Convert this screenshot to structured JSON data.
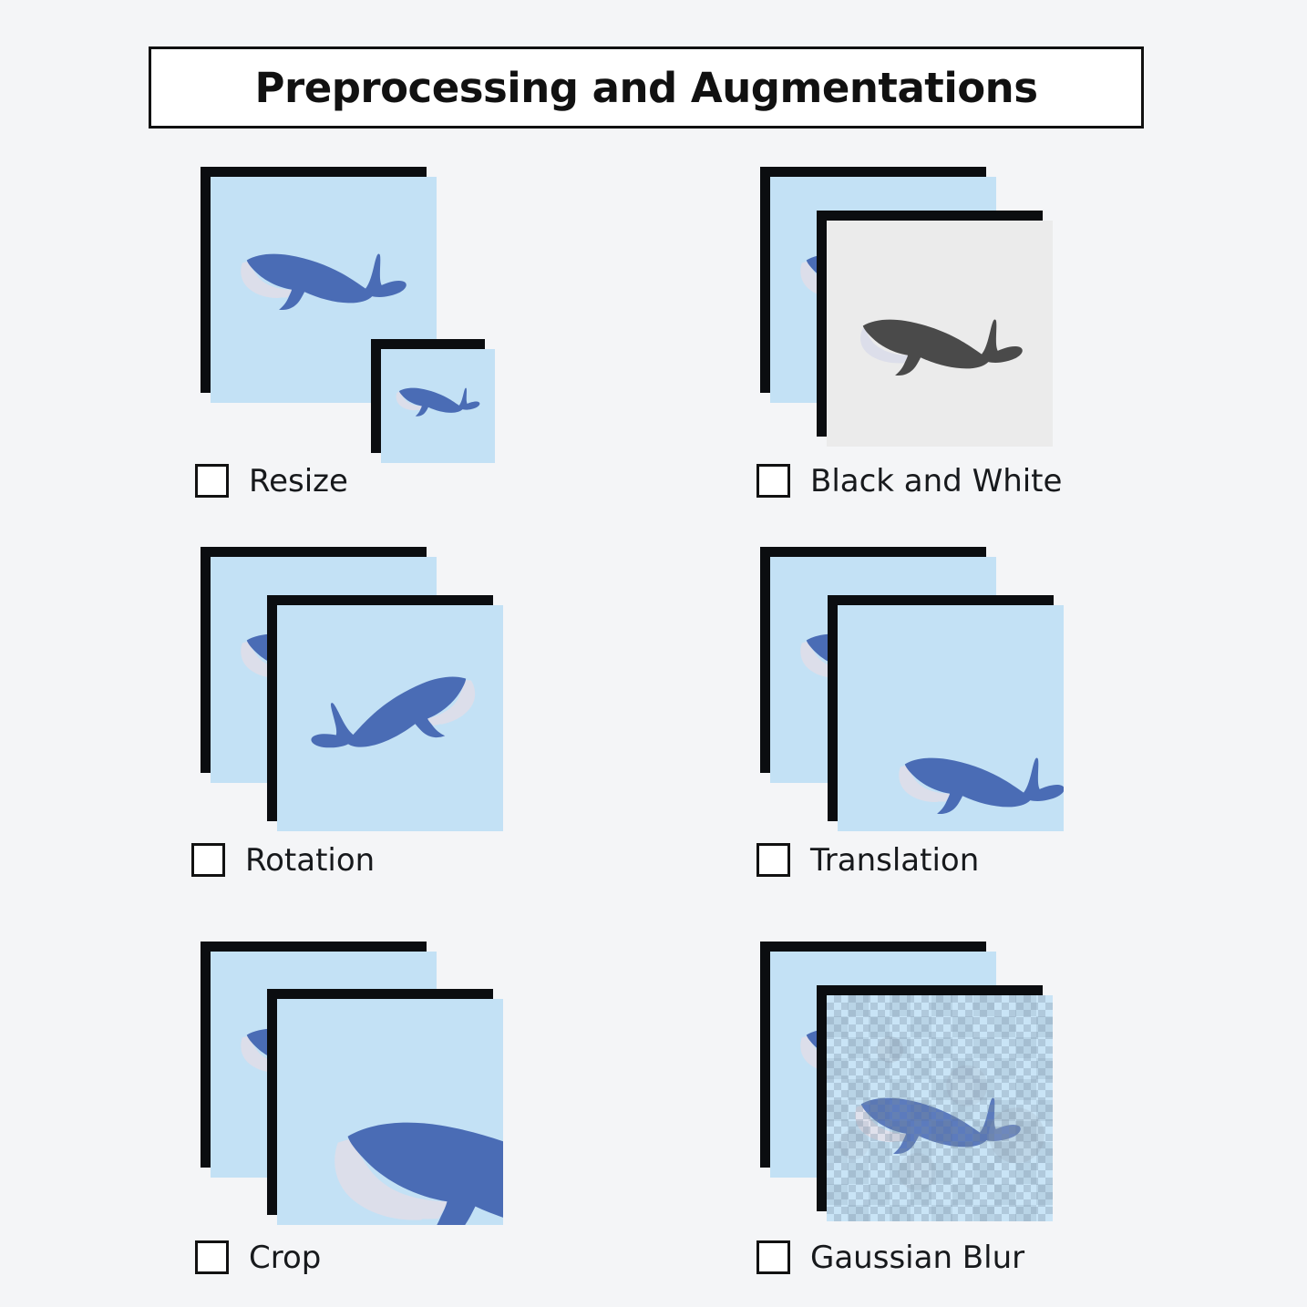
{
  "header": {
    "title": "Preprocessing and Augmentations"
  },
  "theme": {
    "page_background": "#f4f5f7",
    "title_box_background": "#ffffff",
    "frame_black": "#0b0d10",
    "image_light_blue": "#c3e1f5",
    "image_gray": "#ebebeb",
    "whale_blue": "#4a6cb5",
    "whale_belly": "#dcdeea",
    "whale_gray": "#4a4a4a",
    "text_color": "#17191c"
  },
  "panels": [
    {
      "id": "resize",
      "label": "Resize",
      "checkbox_checked": false,
      "icon": "checkbox-icon",
      "description": "Large source image with a small resized copy overlapping at the lower right"
    },
    {
      "id": "black-and-white",
      "label": "Black and White",
      "checkbox_checked": false,
      "icon": "checkbox-icon",
      "description": "Blue source image behind a grayscale result image"
    },
    {
      "id": "rotation",
      "label": "Rotation",
      "checkbox_checked": false,
      "icon": "checkbox-icon",
      "description": "Source image behind a result image with the whale mirrored and rotated"
    },
    {
      "id": "translation",
      "label": "Translation",
      "checkbox_checked": false,
      "icon": "checkbox-icon",
      "description": "Source image behind a result image with the whale shifted down and right"
    },
    {
      "id": "crop",
      "label": "Crop",
      "checkbox_checked": false,
      "icon": "checkbox-icon",
      "description": "Source image behind a result image zoomed in so the whale extends past the edge"
    },
    {
      "id": "gaussian-blur",
      "label": "Gaussian Blur",
      "checkbox_checked": false,
      "icon": "checkbox-icon",
      "description": "Source image behind a result image covered with a blurred checkered noise texture"
    }
  ]
}
